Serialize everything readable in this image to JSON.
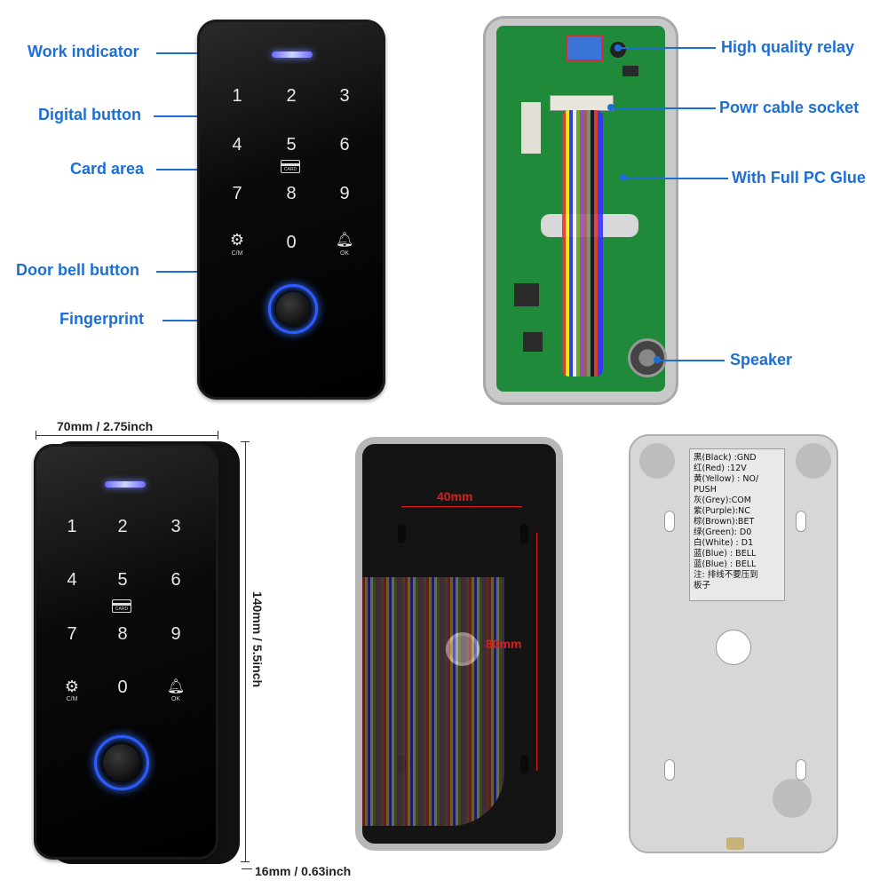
{
  "callouts": {
    "work_indicator": "Work indicator",
    "digital_button": "Digital button",
    "card_area": "Card area",
    "door_bell_button": "Door bell button",
    "fingerprint": "Fingerprint",
    "high_quality_relay": "High quality relay",
    "power_cable_socket": "Powr cable socket",
    "full_pc_glue": "With Full PC Glue",
    "speaker": "Speaker"
  },
  "keypad": {
    "keys": [
      "1",
      "2",
      "3",
      "4",
      "5",
      "6",
      "7",
      "8",
      "9",
      "0"
    ],
    "gear_icon": "gear-icon",
    "bell_icon": "bell-icon",
    "cm_label": "C/M",
    "ok_label": "OK",
    "card_label": "CARD"
  },
  "dimensions": {
    "width": "70mm / 2.75inch",
    "height": "140mm / 5.5inch",
    "depth": "16mm / 0.63inch",
    "hole_horizontal": "40mm",
    "hole_vertical": "80mm"
  },
  "wiring_label": [
    "黑(Black) :GND",
    "红(Red) :12V",
    "黄(Yellow) : NO/",
    "PUSH",
    "灰(Grey):COM",
    "紫(Purple):NC",
    "棕(Brown):BET",
    "绿(Green): D0",
    "白(White) : D1",
    "蓝(Blue) : BELL",
    "蓝(Blue) : BELL",
    "注: 排线不要压到",
    "板子"
  ],
  "colors": {
    "accent": "#1c6fd6",
    "dimension_red": "#e01b1b",
    "led": "#6d7bff"
  }
}
